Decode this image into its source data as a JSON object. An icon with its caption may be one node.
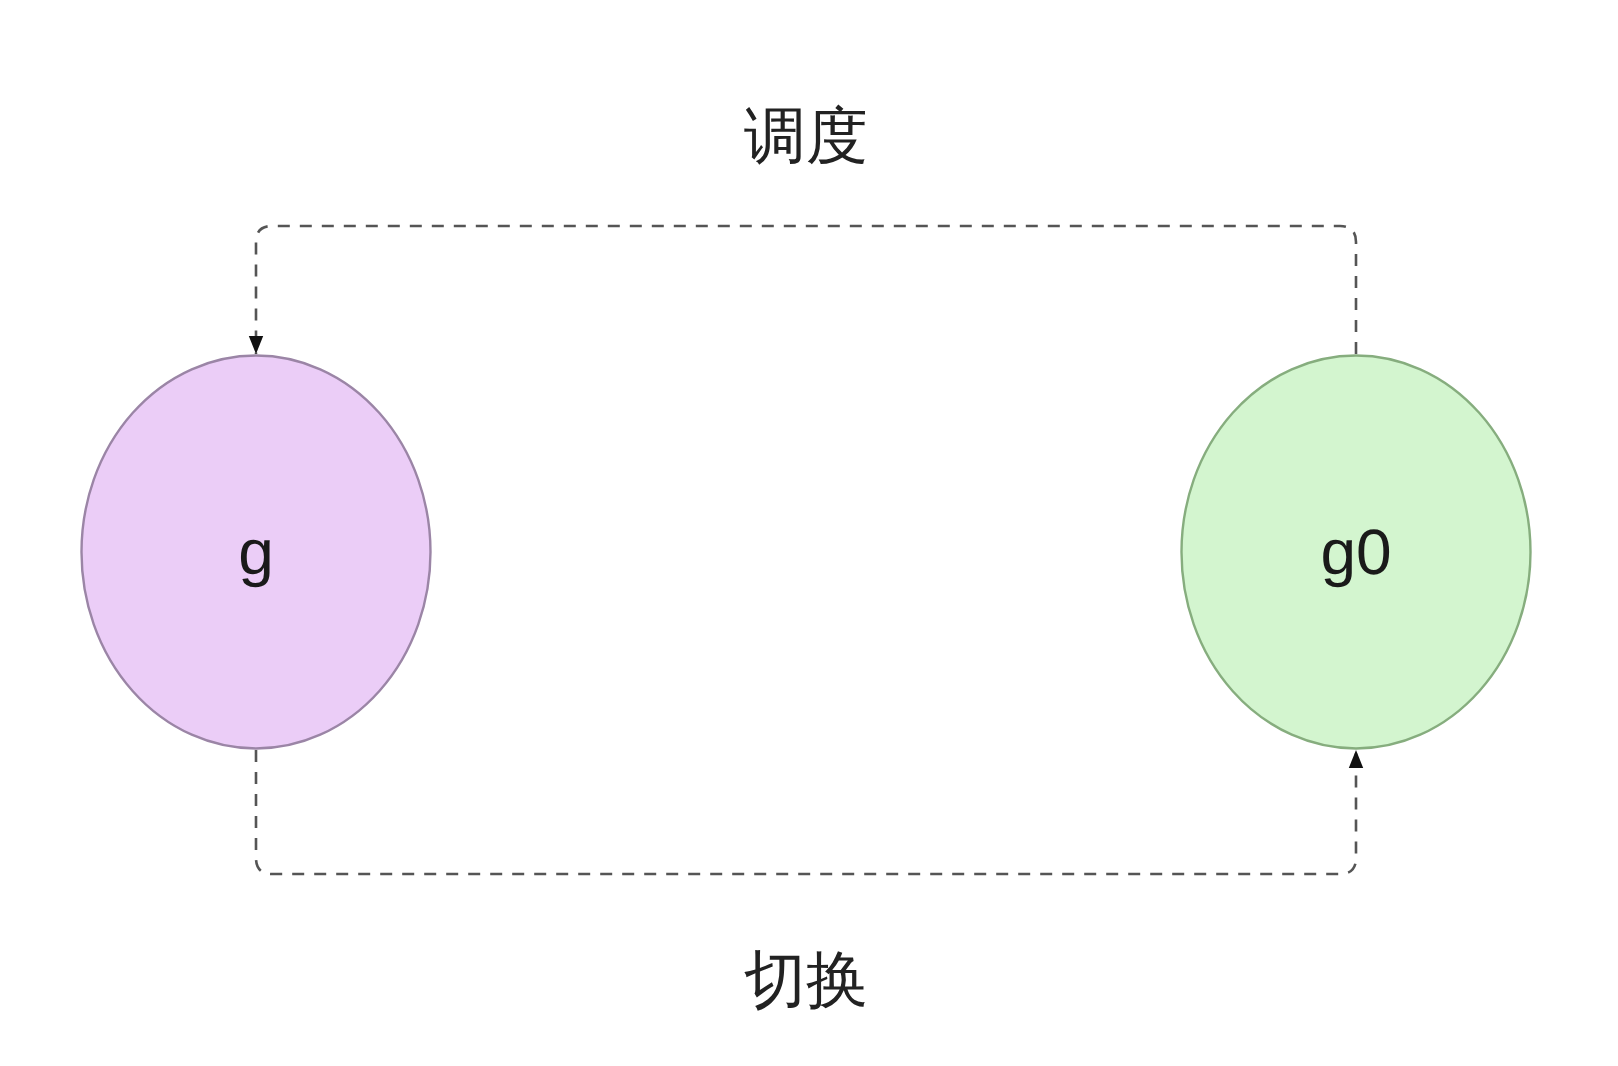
{
  "diagram": {
    "nodes": [
      {
        "text": [
          "g"
        ]
      },
      {
        "text": [
          "g0"
        ]
      }
    ],
    "edges": [
      {
        "from": 1,
        "to": 0,
        "arrow": "to",
        "label": "调度",
        "style": "dashed"
      },
      {
        "from": 0,
        "to": 1,
        "arrow": "to",
        "label": "切换",
        "style": "dashed"
      }
    ]
  }
}
